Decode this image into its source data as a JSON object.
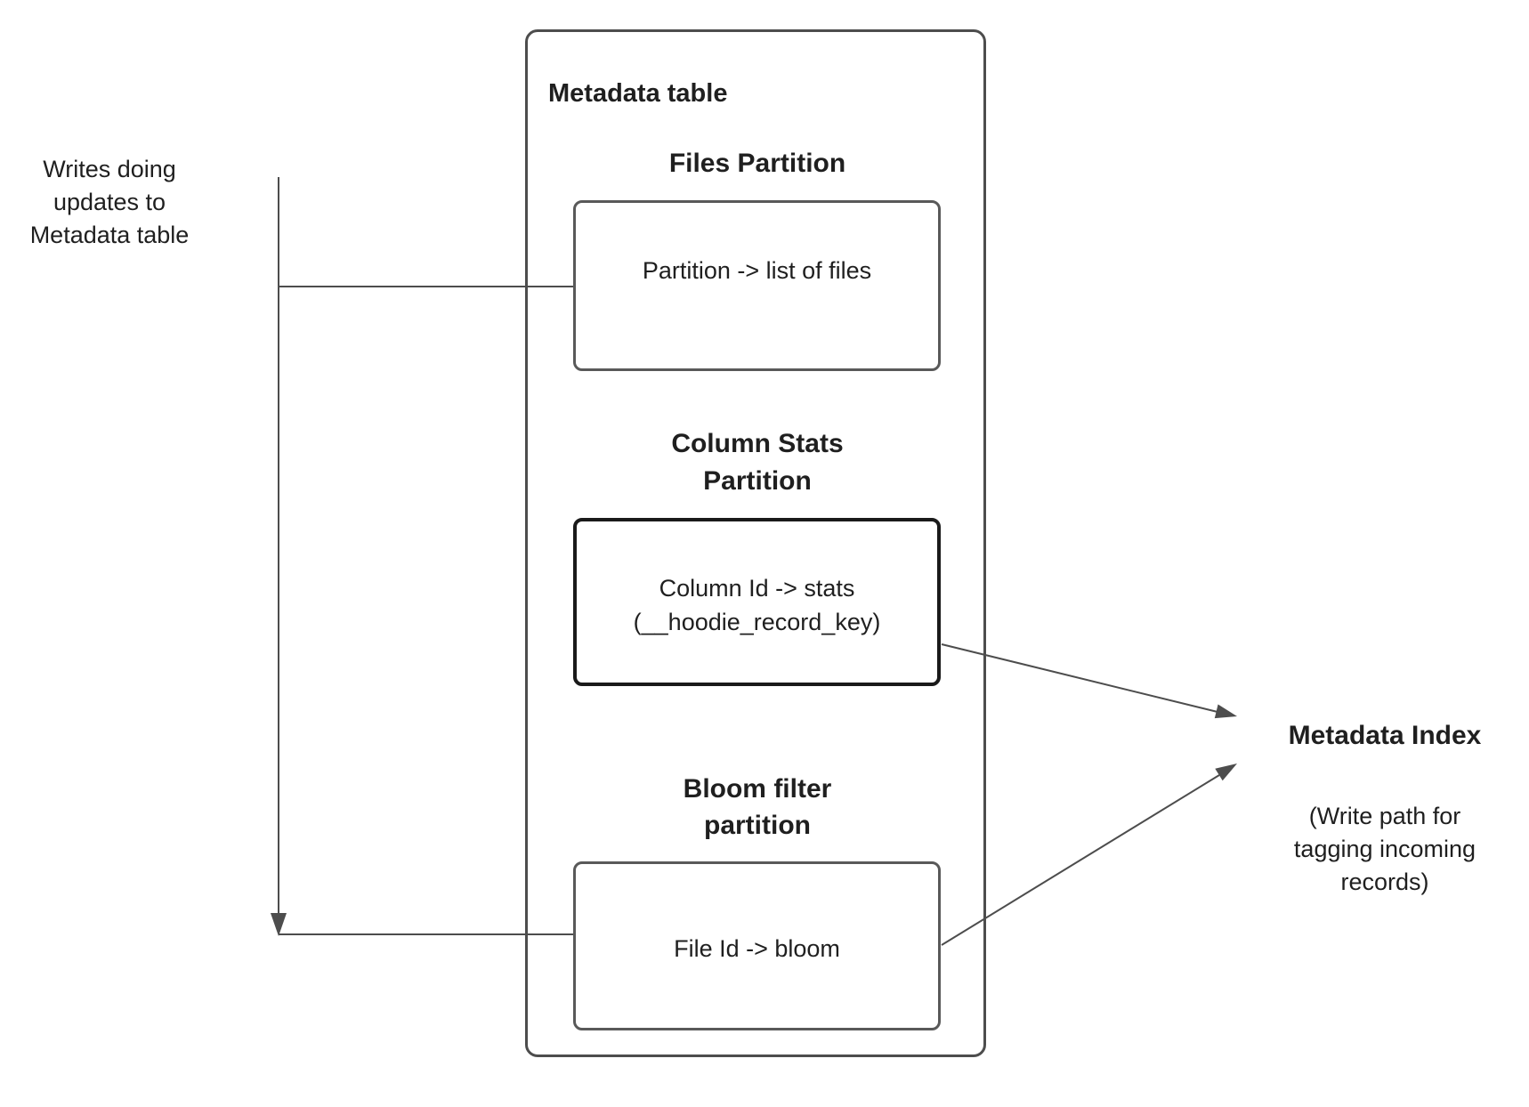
{
  "diagram": {
    "left_note": "Writes doing\nupdates to\nMetadata table",
    "container": {
      "title": "Metadata table"
    },
    "sections": [
      {
        "heading": "Files Partition",
        "box_text": "Partition -> list of files"
      },
      {
        "heading": "Column Stats\nPartition",
        "box_text": "Column Id  -> stats\n(__hoodie_record_key)"
      },
      {
        "heading": "Bloom filter\npartition",
        "box_text": "File Id -> bloom"
      }
    ],
    "index": {
      "title": "Metadata Index",
      "subtitle": "(Write path for\ntagging incoming\nrecords)"
    },
    "colors": {
      "connector_line": "#4d4d4d",
      "box_border": "#595959",
      "emphasis_box_border": "#1a1a1a",
      "text": "#1f1f1f",
      "background": "#ffffff"
    }
  }
}
